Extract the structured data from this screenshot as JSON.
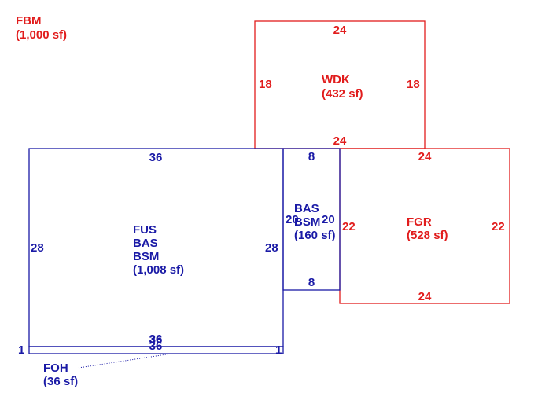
{
  "colors": {
    "main": "#1a1aa6",
    "addition": "#e11c1c"
  },
  "summary": {
    "code": "FBM",
    "area": "(1,000 sf)"
  },
  "areas": {
    "wdk": {
      "codes": [
        "WDK"
      ],
      "area": "(432 sf)",
      "dims": {
        "top": "24",
        "bottom": "24",
        "left": "18",
        "right": "18"
      }
    },
    "fus": {
      "codes": [
        "FUS",
        "BAS",
        "BSM"
      ],
      "area": "(1,008 sf)",
      "dims": {
        "top": "36",
        "bottom": "36",
        "left": "28",
        "right": "28"
      }
    },
    "bas": {
      "codes": [
        "BAS",
        "BSM"
      ],
      "area": "(160 sf)",
      "dims": {
        "top": "8",
        "bottom": "8",
        "left": "20",
        "right": "20"
      }
    },
    "fgr": {
      "codes": [
        "FGR"
      ],
      "area": "(528 sf)",
      "dims": {
        "top": "24",
        "bottom": "24",
        "left": "22",
        "right": "22"
      }
    },
    "foh": {
      "codes": [
        "FOH"
      ],
      "area": "(36 sf)",
      "dims": {
        "top": "36",
        "bottom": "36",
        "left": "1",
        "right": "1"
      }
    }
  }
}
